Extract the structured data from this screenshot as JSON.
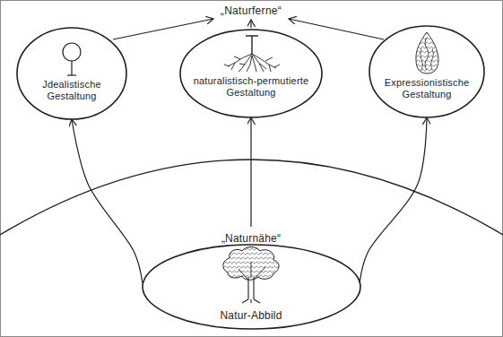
{
  "diagram": {
    "nodes": [
      {
        "text": [
          "Jdealistische Gestaltung"
        ]
      },
      {
        "text": [
          "naturalistisch-permutierte Gestaltung"
        ]
      },
      {
        "text": [
          "Expressionistische Gestaltung"
        ]
      },
      {
        "text": [
          "„Naturnähe“",
          "Natur-Abbild"
        ]
      }
    ],
    "edges": [
      {
        "from": 3,
        "to": 0,
        "arrow": "to"
      },
      {
        "from": 3,
        "to": 1,
        "arrow": "to"
      },
      {
        "from": 3,
        "to": 2,
        "arrow": "to"
      }
    ],
    "labels": [
      "„Naturferne“"
    ]
  }
}
